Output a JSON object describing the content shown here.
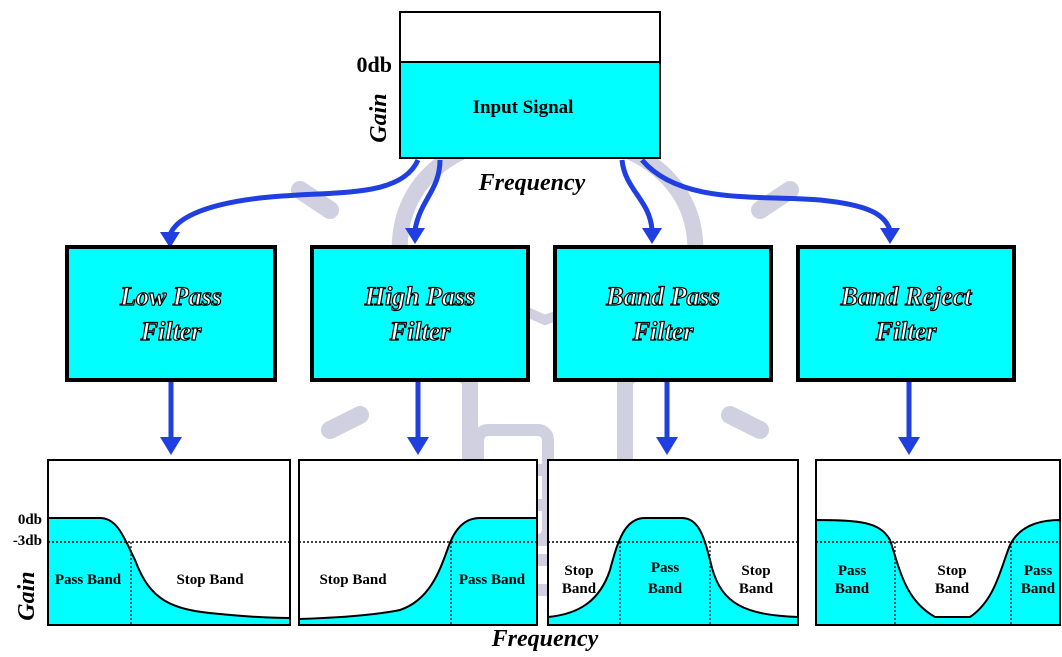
{
  "input": {
    "zero_db": "0db",
    "gain": "Gain",
    "label": "Input Signal",
    "frequency": "Frequency"
  },
  "filters": {
    "low": {
      "line1": "Low Pass",
      "line2": "Filter"
    },
    "high": {
      "line1": "High Pass",
      "line2": "Filter"
    },
    "band": {
      "line1": "Band Pass",
      "line2": "Filter"
    },
    "reject": {
      "line1": "Band Reject",
      "line2": "Filter"
    }
  },
  "axis": {
    "zero_db": "0db",
    "minus3db": "-3db",
    "gain": "Gain",
    "frequency": "Frequency"
  },
  "responses": {
    "low": {
      "pass": "Pass Band",
      "stop": "Stop Band"
    },
    "high": {
      "stop": "Stop Band",
      "pass": "Pass Band"
    },
    "band": {
      "stop_left_1": "Stop",
      "stop_left_2": "Band",
      "pass_1": "Pass",
      "pass_2": "Band",
      "stop_right_1": "Stop",
      "stop_right_2": "Band"
    },
    "reject": {
      "pass_left_1": "Pass",
      "pass_left_2": "Band",
      "stop_1": "Stop",
      "stop_2": "Band",
      "pass_right_1": "Pass",
      "pass_right_2": "Band"
    }
  },
  "colors": {
    "fill": "#00ffff",
    "arrow": "#1f3fe0",
    "outline": "#000000",
    "watermark": "#c8c8dc"
  }
}
